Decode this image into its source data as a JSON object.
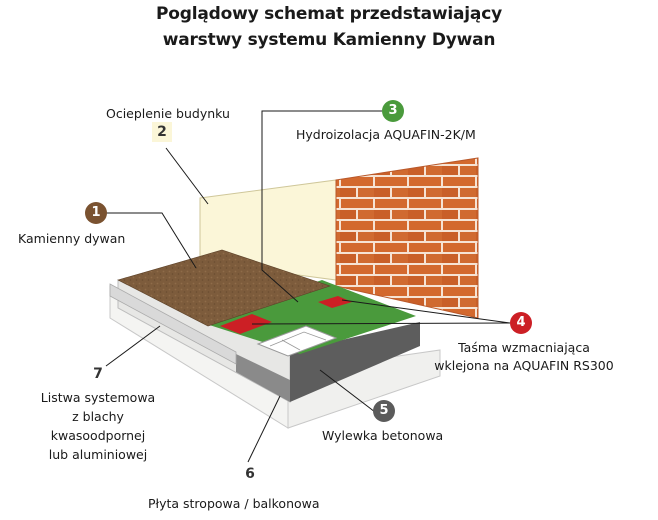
{
  "title": {
    "line1": "Poglądowy schemat przedstawiający",
    "line2": "warstwy systemu Kamienny Dywan"
  },
  "colors": {
    "badge_1": "#7a5230",
    "badge_3": "#4a9a3c",
    "badge_4": "#cc1f25",
    "badge_5": "#5b5b5b",
    "brick": "#d0692f",
    "membrane": "#4a9a3c",
    "stone_carpet": "#7a5a3a",
    "tape": "#cc1f25"
  },
  "layers": [
    {
      "number": "1",
      "label": "Kamienny dywan"
    },
    {
      "number": "2",
      "label": "Ocieplenie budynku"
    },
    {
      "number": "3",
      "label": "Hydroizolacja AQUAFIN-2K/M"
    },
    {
      "number": "4",
      "label_line1": "Taśma wzmacniająca",
      "label_line2": "wklejona na AQUAFIN RS300"
    },
    {
      "number": "5",
      "label": "Wylewka betonowa"
    },
    {
      "number": "6",
      "label": "Płyta stropowa / balkonowa"
    },
    {
      "number": "7",
      "label_line1": "Listwa systemowa",
      "label_line2": "z blachy",
      "label_line3": "kwasoodpornej",
      "label_line4": "lub aluminiowej"
    }
  ]
}
